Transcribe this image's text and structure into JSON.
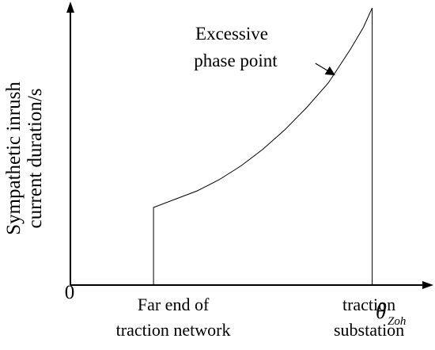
{
  "chart_data": {
    "type": "line",
    "ylabel_lines": [
      "Sympathetic inrush",
      "current duration/s"
    ],
    "xlabel": "θ",
    "xlabel_sub": "Zoh",
    "origin_label": "0",
    "x_tick_labels": [
      {
        "x": 0.0,
        "lines": [
          "Far end of",
          "traction network"
        ]
      },
      {
        "x": 1.0,
        "lines": [
          "traction",
          "substation"
        ]
      }
    ],
    "xlim": [
      -0.38,
      1.28
    ],
    "ylim": [
      0,
      1.0
    ],
    "series": [
      {
        "x": [
          0.0,
          0.0,
          0.1,
          0.2,
          0.3,
          0.4,
          0.5,
          0.6,
          0.7,
          0.8,
          0.9,
          0.96,
          1.0,
          1.0
        ],
        "y": [
          0.0,
          0.28,
          0.31,
          0.34,
          0.38,
          0.43,
          0.49,
          0.56,
          0.64,
          0.73,
          0.85,
          0.93,
          1.0,
          0.0
        ]
      }
    ],
    "annotation": {
      "lines": [
        "Excessive",
        "phase point"
      ],
      "x": 0.82,
      "y": 0.76
    }
  }
}
